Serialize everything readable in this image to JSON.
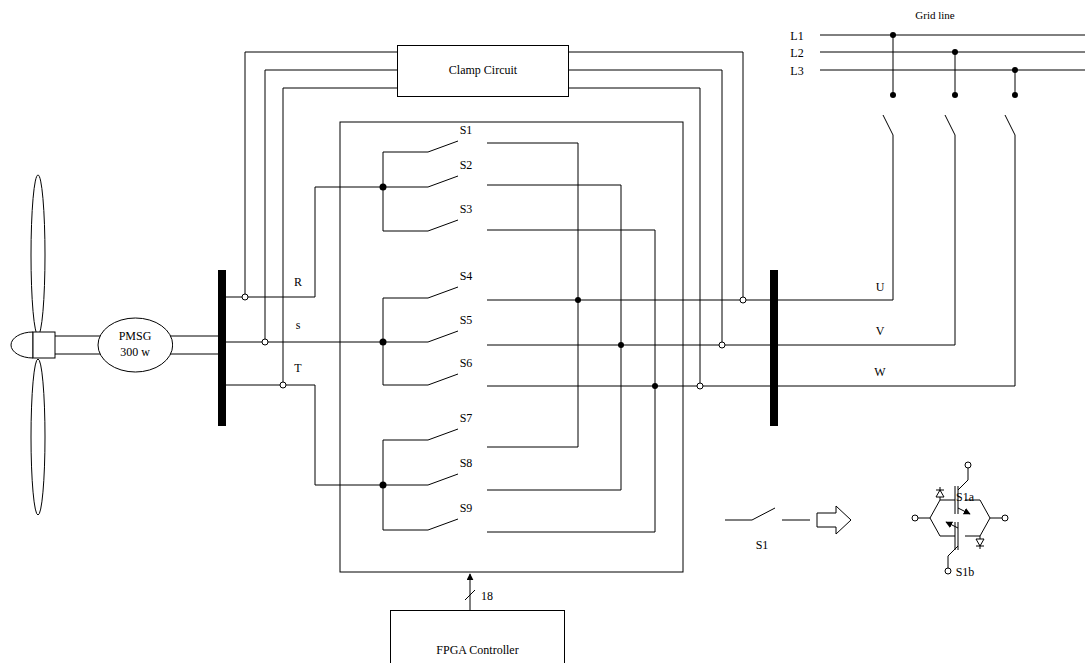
{
  "diagram": {
    "nodes": [
      {
        "text": [
          "PMSG",
          "300 w"
        ]
      },
      {
        "text": [
          "Clamp Circuit"
        ]
      },
      {
        "text": [
          "FPGA Controller"
        ]
      }
    ],
    "labels": [
      "Grid line",
      "L1",
      "L2",
      "L3",
      "R",
      "s",
      "T",
      "S1",
      "S2",
      "S3",
      "S4",
      "S5",
      "S6",
      "S7",
      "S8",
      "S9",
      "U",
      "V",
      "W",
      "18",
      "S1",
      "S1a",
      "S1b"
    ]
  }
}
